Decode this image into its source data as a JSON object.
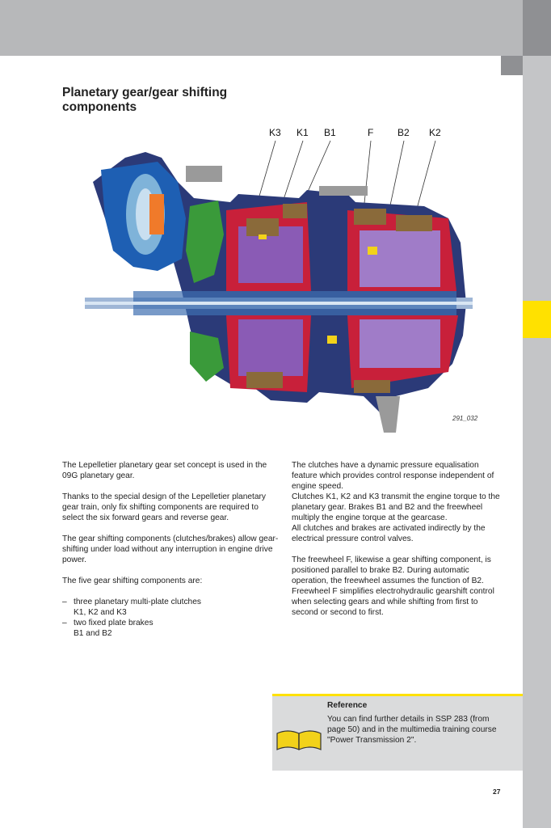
{
  "page": {
    "title": "Planetary gear/gear shifting components",
    "page_number": "27"
  },
  "figure": {
    "component_labels": [
      "K3",
      "K1",
      "B1",
      "F",
      "B2",
      "K2"
    ],
    "figure_id": "291_032"
  },
  "left_column": {
    "p1": "The Lepelletier planetary gear set concept is used in the 09G planetary gear.",
    "p2": "Thanks to the special design of the Lepelletier planetary gear train, only fix shifting components are required to select the six forward gears and reverse gear.",
    "p3": "The gear shifting components (clutches/brakes) allow gear-shifting under load without any interruption in engine drive power.",
    "p4": "The five gear shifting components are:",
    "bullets": [
      {
        "dash": "–",
        "line1": "three planetary multi-plate clutches",
        "line2": "K1, K2 and K3"
      },
      {
        "dash": "–",
        "line1": "two fixed plate brakes",
        "line2": "B1 and B2"
      }
    ]
  },
  "right_column": {
    "p1": "The clutches have a dynamic pressure equalisation feature which provides control response independent of engine speed.",
    "p2": "Clutches K1, K2 and K3 transmit the engine torque to the planetary gear. Brakes B1 and B2 and the freewheel multiply the engine torque at the gearcase.",
    "p3": "All clutches and brakes are activated indirectly by the electrical pressure control valves.",
    "p4": "The freewheel F, likewise a gear shifting component, is positioned parallel to brake B2. During automatic operation, the freewheel assumes the function of B2. Freewheel F simplifies electrohydraulic gearshift control when selecting gears and while shifting from first to second or second to first."
  },
  "reference": {
    "title": "Reference",
    "text": "You can find further details in SSP 283 (from page 50) and in the multimedia training course \"Power Transmission 2\".",
    "icon": "book-icon"
  },
  "colors": {
    "accent_yellow": "#ffe100",
    "band_gray": "#b7b8ba",
    "strip_gray": "#c4c5c7"
  }
}
